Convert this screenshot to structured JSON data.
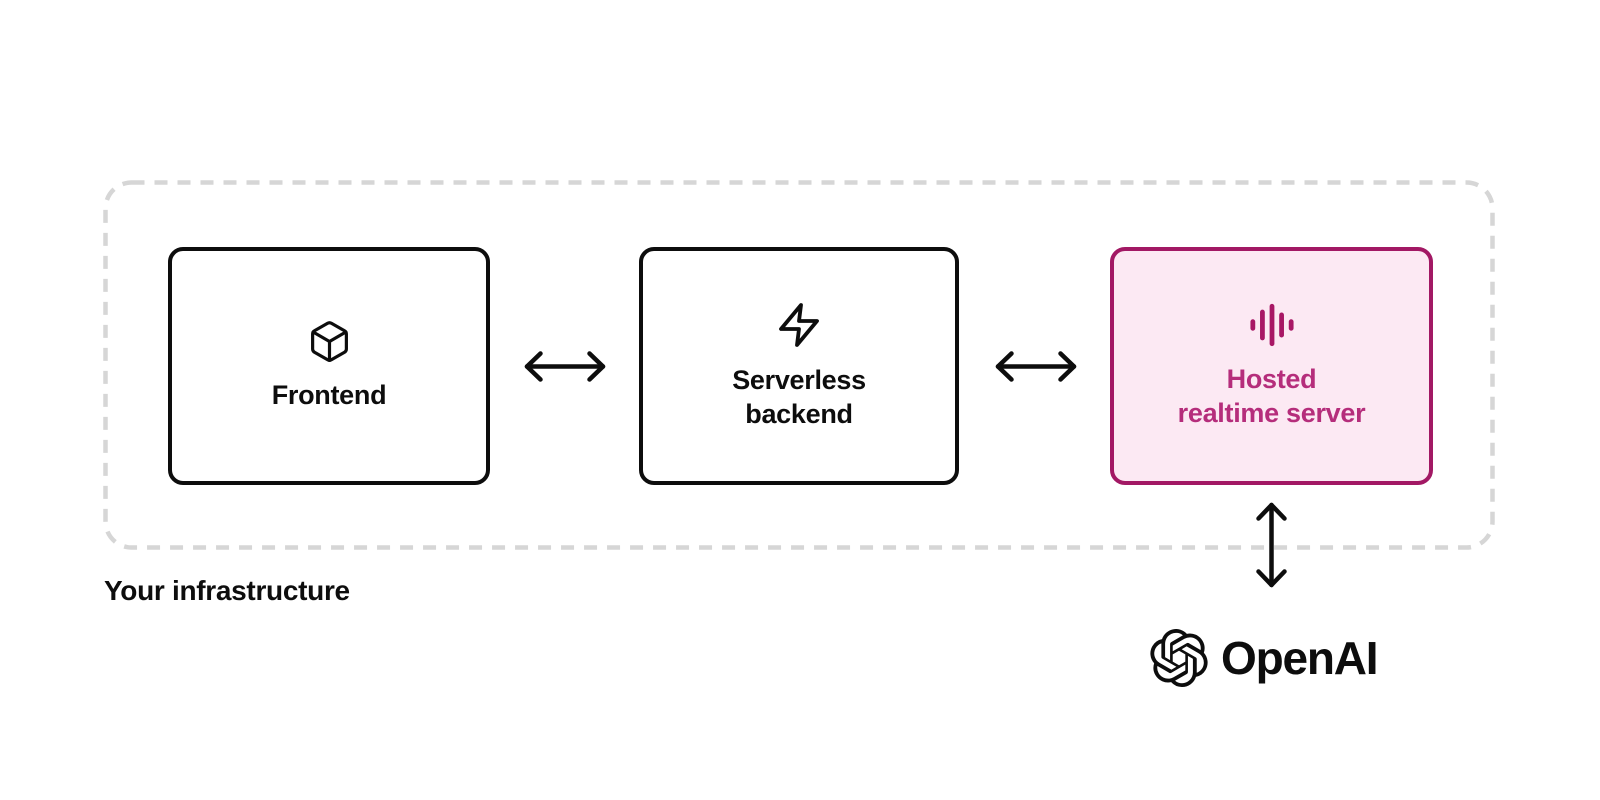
{
  "diagram": {
    "infrastructure": {
      "caption": "Your infrastructure"
    },
    "nodes": {
      "frontend": {
        "label": "Frontend",
        "icon": "cube-icon",
        "highlighted": false
      },
      "serverless": {
        "label": "Serverless backend",
        "label_lines": [
          "Serverless",
          "backend"
        ],
        "icon": "bolt-icon",
        "highlighted": false
      },
      "hosted": {
        "label": "Hosted realtime server",
        "label_lines": [
          "Hosted",
          "realtime server"
        ],
        "icon": "waveform-icon",
        "highlighted": true
      }
    },
    "connections": [
      {
        "from": "frontend",
        "to": "serverless",
        "type": "bidirectional-arrow"
      },
      {
        "from": "serverless",
        "to": "hosted",
        "type": "bidirectional-arrow"
      },
      {
        "from": "hosted",
        "to": "openai",
        "type": "bidirectional-arrow"
      }
    ],
    "brand": {
      "name": "OpenAI",
      "icon": "openai-mark-icon"
    },
    "colors": {
      "node_border": "#0D0D0D",
      "accent_border": "#A21864",
      "accent_fill": "#FCE9F3",
      "accent_text": "#B52D7B",
      "dashed_border": "#D6D6D6",
      "text": "#0D0D0D",
      "background": "#FFFFFF"
    }
  }
}
